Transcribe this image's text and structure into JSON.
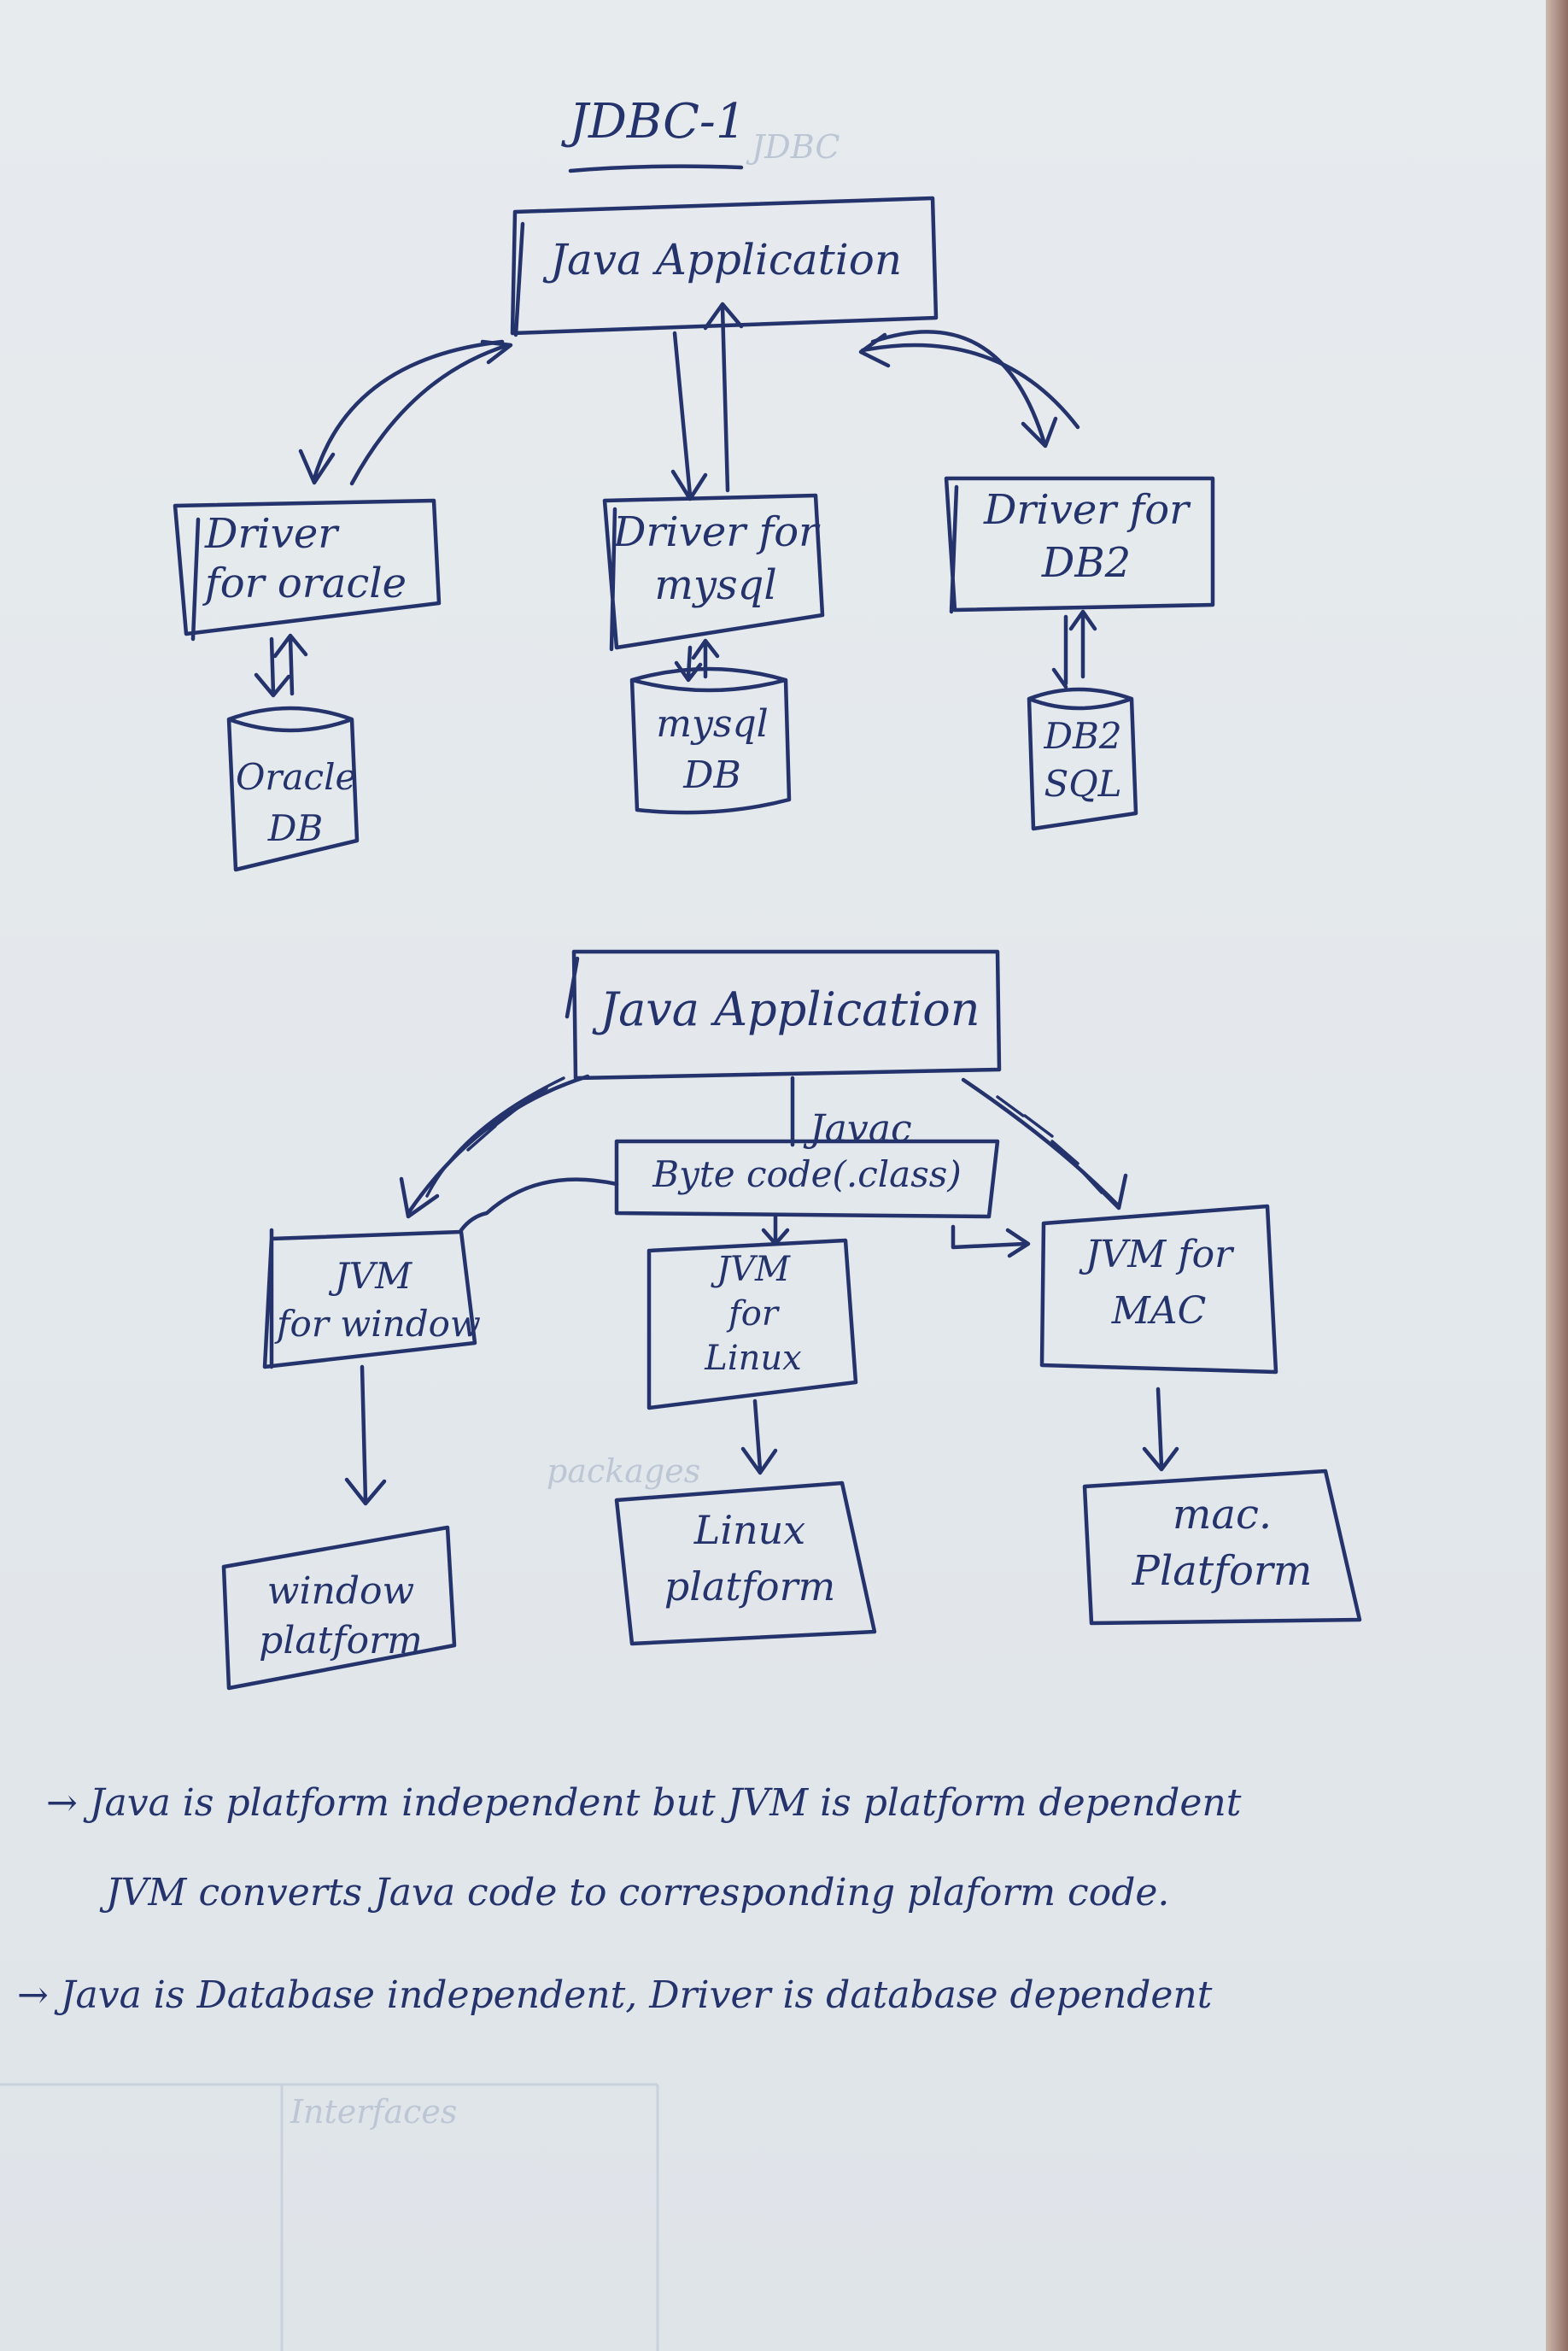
{
  "title": "JDBC-1",
  "diagram1": {
    "app": "Java Application",
    "drivers": [
      {
        "id": "oracle",
        "lines": [
          "Driver",
          "for oracle"
        ]
      },
      {
        "id": "mysql",
        "lines": [
          "Driver for",
          "mysql"
        ]
      },
      {
        "id": "db2",
        "lines": [
          "Driver for",
          "DB2"
        ]
      }
    ],
    "databases": [
      {
        "id": "oracle",
        "lines": [
          "Oracle",
          "DB"
        ]
      },
      {
        "id": "mysql",
        "lines": [
          "mysql",
          "DB"
        ]
      },
      {
        "id": "db2",
        "lines": [
          "DB2",
          "SQL"
        ]
      }
    ]
  },
  "diagram2": {
    "app": "Java Application",
    "compiler": "Javac",
    "bytecode": "Byte code(.class)",
    "jvms": [
      {
        "id": "windows",
        "lines": [
          "JVM",
          "for window"
        ]
      },
      {
        "id": "linux",
        "lines": [
          "JVM",
          "for",
          "Linux"
        ]
      },
      {
        "id": "mac",
        "lines": [
          "JVM for",
          "MAC"
        ]
      }
    ],
    "platforms": [
      {
        "id": "windows",
        "lines": [
          "window",
          "platform"
        ]
      },
      {
        "id": "linux",
        "lines": [
          "Linux",
          "platform"
        ]
      },
      {
        "id": "mac",
        "lines": [
          "mac.",
          "Platform"
        ]
      }
    ]
  },
  "notes": [
    "→ Java is platform independent but JVM is platform dependent",
    "JVM converts Java code to corresponding plaform code.",
    "→ Java is Database independent, Driver is database dependent"
  ],
  "colors": {
    "ink": "#24336b",
    "paper": "#e5e9ed"
  }
}
